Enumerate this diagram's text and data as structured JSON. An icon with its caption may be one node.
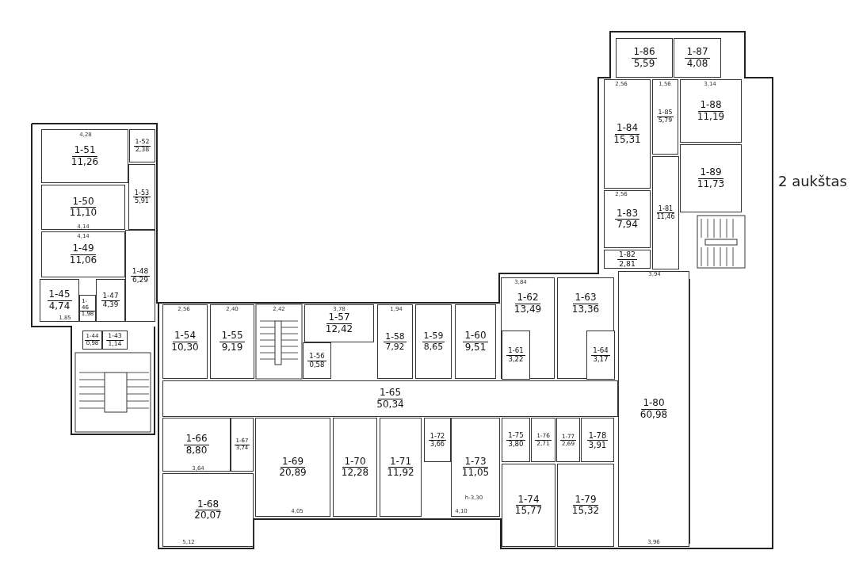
{
  "diagram": {
    "title": "2 aukštas",
    "nodes": [
      {
        "text": [
          "1-51",
          "11,26"
        ]
      },
      {
        "text": [
          "1-52",
          "2,38"
        ]
      },
      {
        "text": [
          "1-53",
          "5,91"
        ]
      },
      {
        "text": [
          "1-50",
          "11,10"
        ]
      },
      {
        "text": [
          "1-49",
          "11,06"
        ]
      },
      {
        "text": [
          "1-45",
          "4,74"
        ]
      },
      {
        "text": [
          "1-46",
          "1,98"
        ]
      },
      {
        "text": [
          "1-47",
          "4,39"
        ]
      },
      {
        "text": [
          "1-48",
          "6,29"
        ]
      },
      {
        "text": [
          "1-44",
          "0,98"
        ]
      },
      {
        "text": [
          "1-43",
          "1,14"
        ]
      },
      {
        "text": [
          "1-54",
          "10,30"
        ]
      },
      {
        "text": [
          "1-55",
          "9,19"
        ]
      },
      {
        "text": [
          "1-56",
          "0,58"
        ]
      },
      {
        "text": [
          "1-57",
          "12,42"
        ]
      },
      {
        "text": [
          "1-58",
          "7,92"
        ]
      },
      {
        "text": [
          "1-59",
          "8,65"
        ]
      },
      {
        "text": [
          "1-60",
          "9,51"
        ]
      },
      {
        "text": [
          "1-62",
          "13,49"
        ]
      },
      {
        "text": [
          "1-61",
          "3,22"
        ],
        "in": 18
      },
      {
        "text": [
          "1-63",
          "13,36"
        ]
      },
      {
        "text": [
          "1-64",
          "3,17"
        ],
        "in": 20
      },
      {
        "text": [
          "1-65",
          "50,34"
        ]
      },
      {
        "text": [
          "1-66",
          "8,80"
        ]
      },
      {
        "text": [
          "1-67",
          "3,74"
        ]
      },
      {
        "text": [
          "1-68",
          "20,07"
        ]
      },
      {
        "text": [
          "1-69",
          "20,89"
        ]
      },
      {
        "text": [
          "1-70",
          "12,28"
        ]
      },
      {
        "text": [
          "1-71",
          "11,92"
        ]
      },
      {
        "text": [
          "1-72",
          "3,66"
        ]
      },
      {
        "text": [
          "1-73",
          "11,05"
        ]
      },
      {
        "text": [
          "1-75",
          "3,80"
        ]
      },
      {
        "text": [
          "1-76",
          "2,71"
        ]
      },
      {
        "text": [
          "1-77",
          "2,69"
        ]
      },
      {
        "text": [
          "1-78",
          "3,91"
        ]
      },
      {
        "text": [
          "1-74",
          "15,77"
        ]
      },
      {
        "text": [
          "1-79",
          "15,32"
        ]
      },
      {
        "text": [
          "1-86",
          "5,59"
        ]
      },
      {
        "text": [
          "1-87",
          "4,08"
        ]
      },
      {
        "text": [
          "1-84",
          "15,31"
        ]
      },
      {
        "text": [
          "1-85",
          "5,79"
        ]
      },
      {
        "text": [
          "1-88",
          "11,19"
        ]
      },
      {
        "text": [
          "1-89",
          "11,73"
        ]
      },
      {
        "text": [
          "1-83",
          "7,94"
        ]
      },
      {
        "text": [
          "1-81",
          "11,46"
        ]
      },
      {
        "text": [
          "1-82",
          "2,81"
        ]
      },
      {
        "text": [
          "1-80",
          "60,98"
        ]
      }
    ],
    "labels": [
      "4,28",
      "4,14",
      "4,14",
      "1,85",
      "2,56",
      "2,40",
      "2,42",
      "3,78",
      "1,94",
      "3,84",
      "3,64",
      "5,12",
      "4,05",
      "4,10",
      "h-3,30",
      "2,56",
      "1,56",
      "3,14",
      "2,56",
      "3,94",
      "3,96"
    ]
  }
}
